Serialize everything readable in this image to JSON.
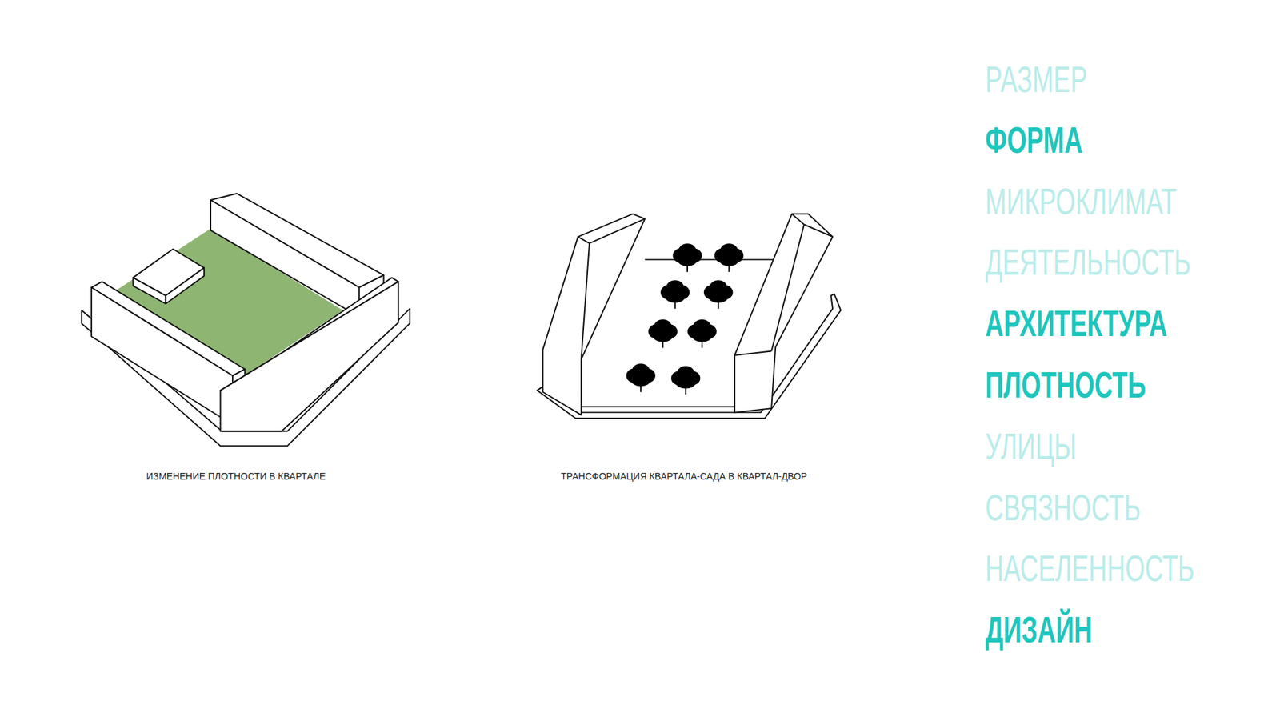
{
  "diagram": {
    "labels": [
      "ИЗМЕНЕНИЕ ПЛОТНОСТИ В КВАРТАЛЕ",
      "ТРАНСФОРМАЦИЯ КВАРТАЛА-САДА В КВАРТАЛ-ДВОР",
      "РАЗМЕР",
      "ФОРМА",
      "МИКРОКЛИМАТ",
      "ДЕЯТЕЛЬНОСТЬ",
      "АРХИТЕКТУРА",
      "ПЛОТНОСТЬ",
      "УЛИЦЫ",
      "СВЯЗНОСТЬ",
      "НАСЕЛЕННОСТЬ",
      "ДИЗАЙН"
    ]
  }
}
